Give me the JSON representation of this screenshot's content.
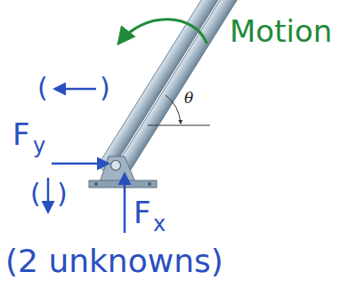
{
  "diagram": {
    "labels": [
      "Motion",
      "θ",
      "(",
      ")",
      "F",
      "y",
      "(",
      ")",
      "F",
      "x",
      "(2 unknowns)"
    ]
  }
}
